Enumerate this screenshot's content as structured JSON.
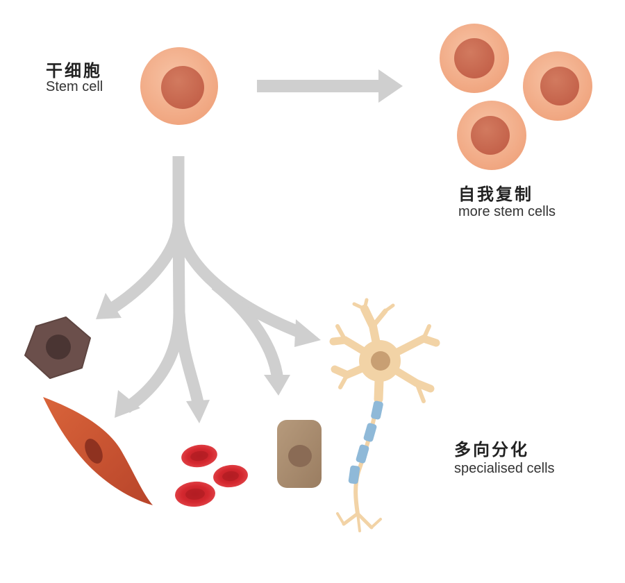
{
  "labels": {
    "stem_cell_zh": "干细胞",
    "stem_cell_en": "Stem cell",
    "self_renewal_zh": "自我复制",
    "self_renewal_en": "more stem cells",
    "differentiation_zh": "多向分化",
    "differentiation_en": "specialised cells"
  },
  "colors": {
    "arrow": "#cfcfcf",
    "stem_cell_outer": "#f0a57f",
    "stem_cell_nucleus": "#c4624a",
    "epithelial_cell": "#6b4f4b",
    "muscle_cell": "#c8512e",
    "red_blood_cell": "#d4282f",
    "tan_cell": "#a5896d",
    "neuron": "#f2d3a6",
    "myelin": "#8fb9d8"
  },
  "icons": {
    "stem_cell": "stem-cell-icon",
    "new_stem_cells": "stem-cell-icon",
    "epithelial": "epithelial-cell-icon",
    "muscle": "muscle-cell-icon",
    "rbc": "red-blood-cell-icon",
    "tan": "tan-cell-icon",
    "neuron": "neuron-icon"
  }
}
